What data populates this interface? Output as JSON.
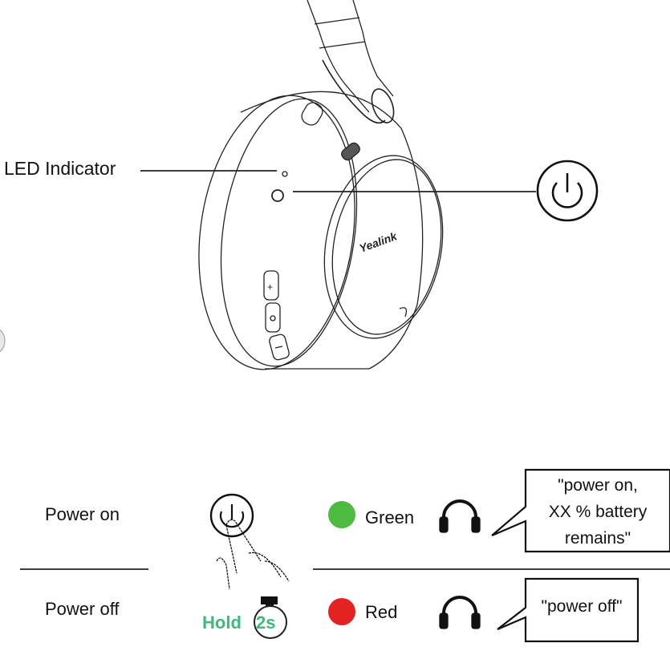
{
  "callouts": {
    "led_indicator": "LED Indicator"
  },
  "brand": "Yealink",
  "rows": [
    {
      "action": "Power on",
      "led_color_name": "Green",
      "led_color": "#4cbb3f",
      "voice_prompt": [
        "\"power on,",
        "XX % battery",
        "remains\""
      ]
    },
    {
      "action": "Power off",
      "led_color_name": "Red",
      "led_color": "#e52222",
      "voice_prompt": [
        "\"power off\""
      ]
    }
  ],
  "hold": {
    "label": "Hold",
    "duration": "2s",
    "color": "#3dbb7a"
  }
}
